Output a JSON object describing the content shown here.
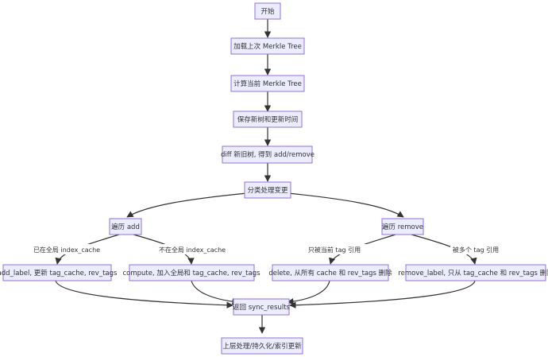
{
  "nodes": {
    "start": "开始",
    "load_tree": "加载上次 Merkle Tree",
    "compute_tree": "计算当前 Merkle Tree",
    "save_tree": "保存新树和更新时间",
    "diff": "diff 新旧树, 得到 add/remove",
    "classify": "分类处理变更",
    "iter_add": "遍历 add",
    "iter_remove": "遍历 remove",
    "add_label": "add_label, 更新 tag_cache, rev_tags",
    "compute_add": "compute, 加入全局和 tag_cache, rev_tags",
    "delete": "delete, 从所有 cache 和 rev_tags 删除",
    "remove_label": "remove_label, 只从 tag_cache 和 rev_tags 删除",
    "return_results": "返回 sync_results",
    "upper": "上层处理/持久化/索引更新"
  },
  "edge_labels": {
    "in_global_cache": "已在全局 index_cache",
    "not_in_global_cache": "不在全局 index_cache",
    "only_current_tag": "只被当前 tag 引用",
    "multi_tag": "被多个 tag 引用"
  },
  "colors": {
    "node_fill": "#ECECFF",
    "node_stroke": "#9370DB",
    "edge": "#333333",
    "text": "#333333"
  }
}
